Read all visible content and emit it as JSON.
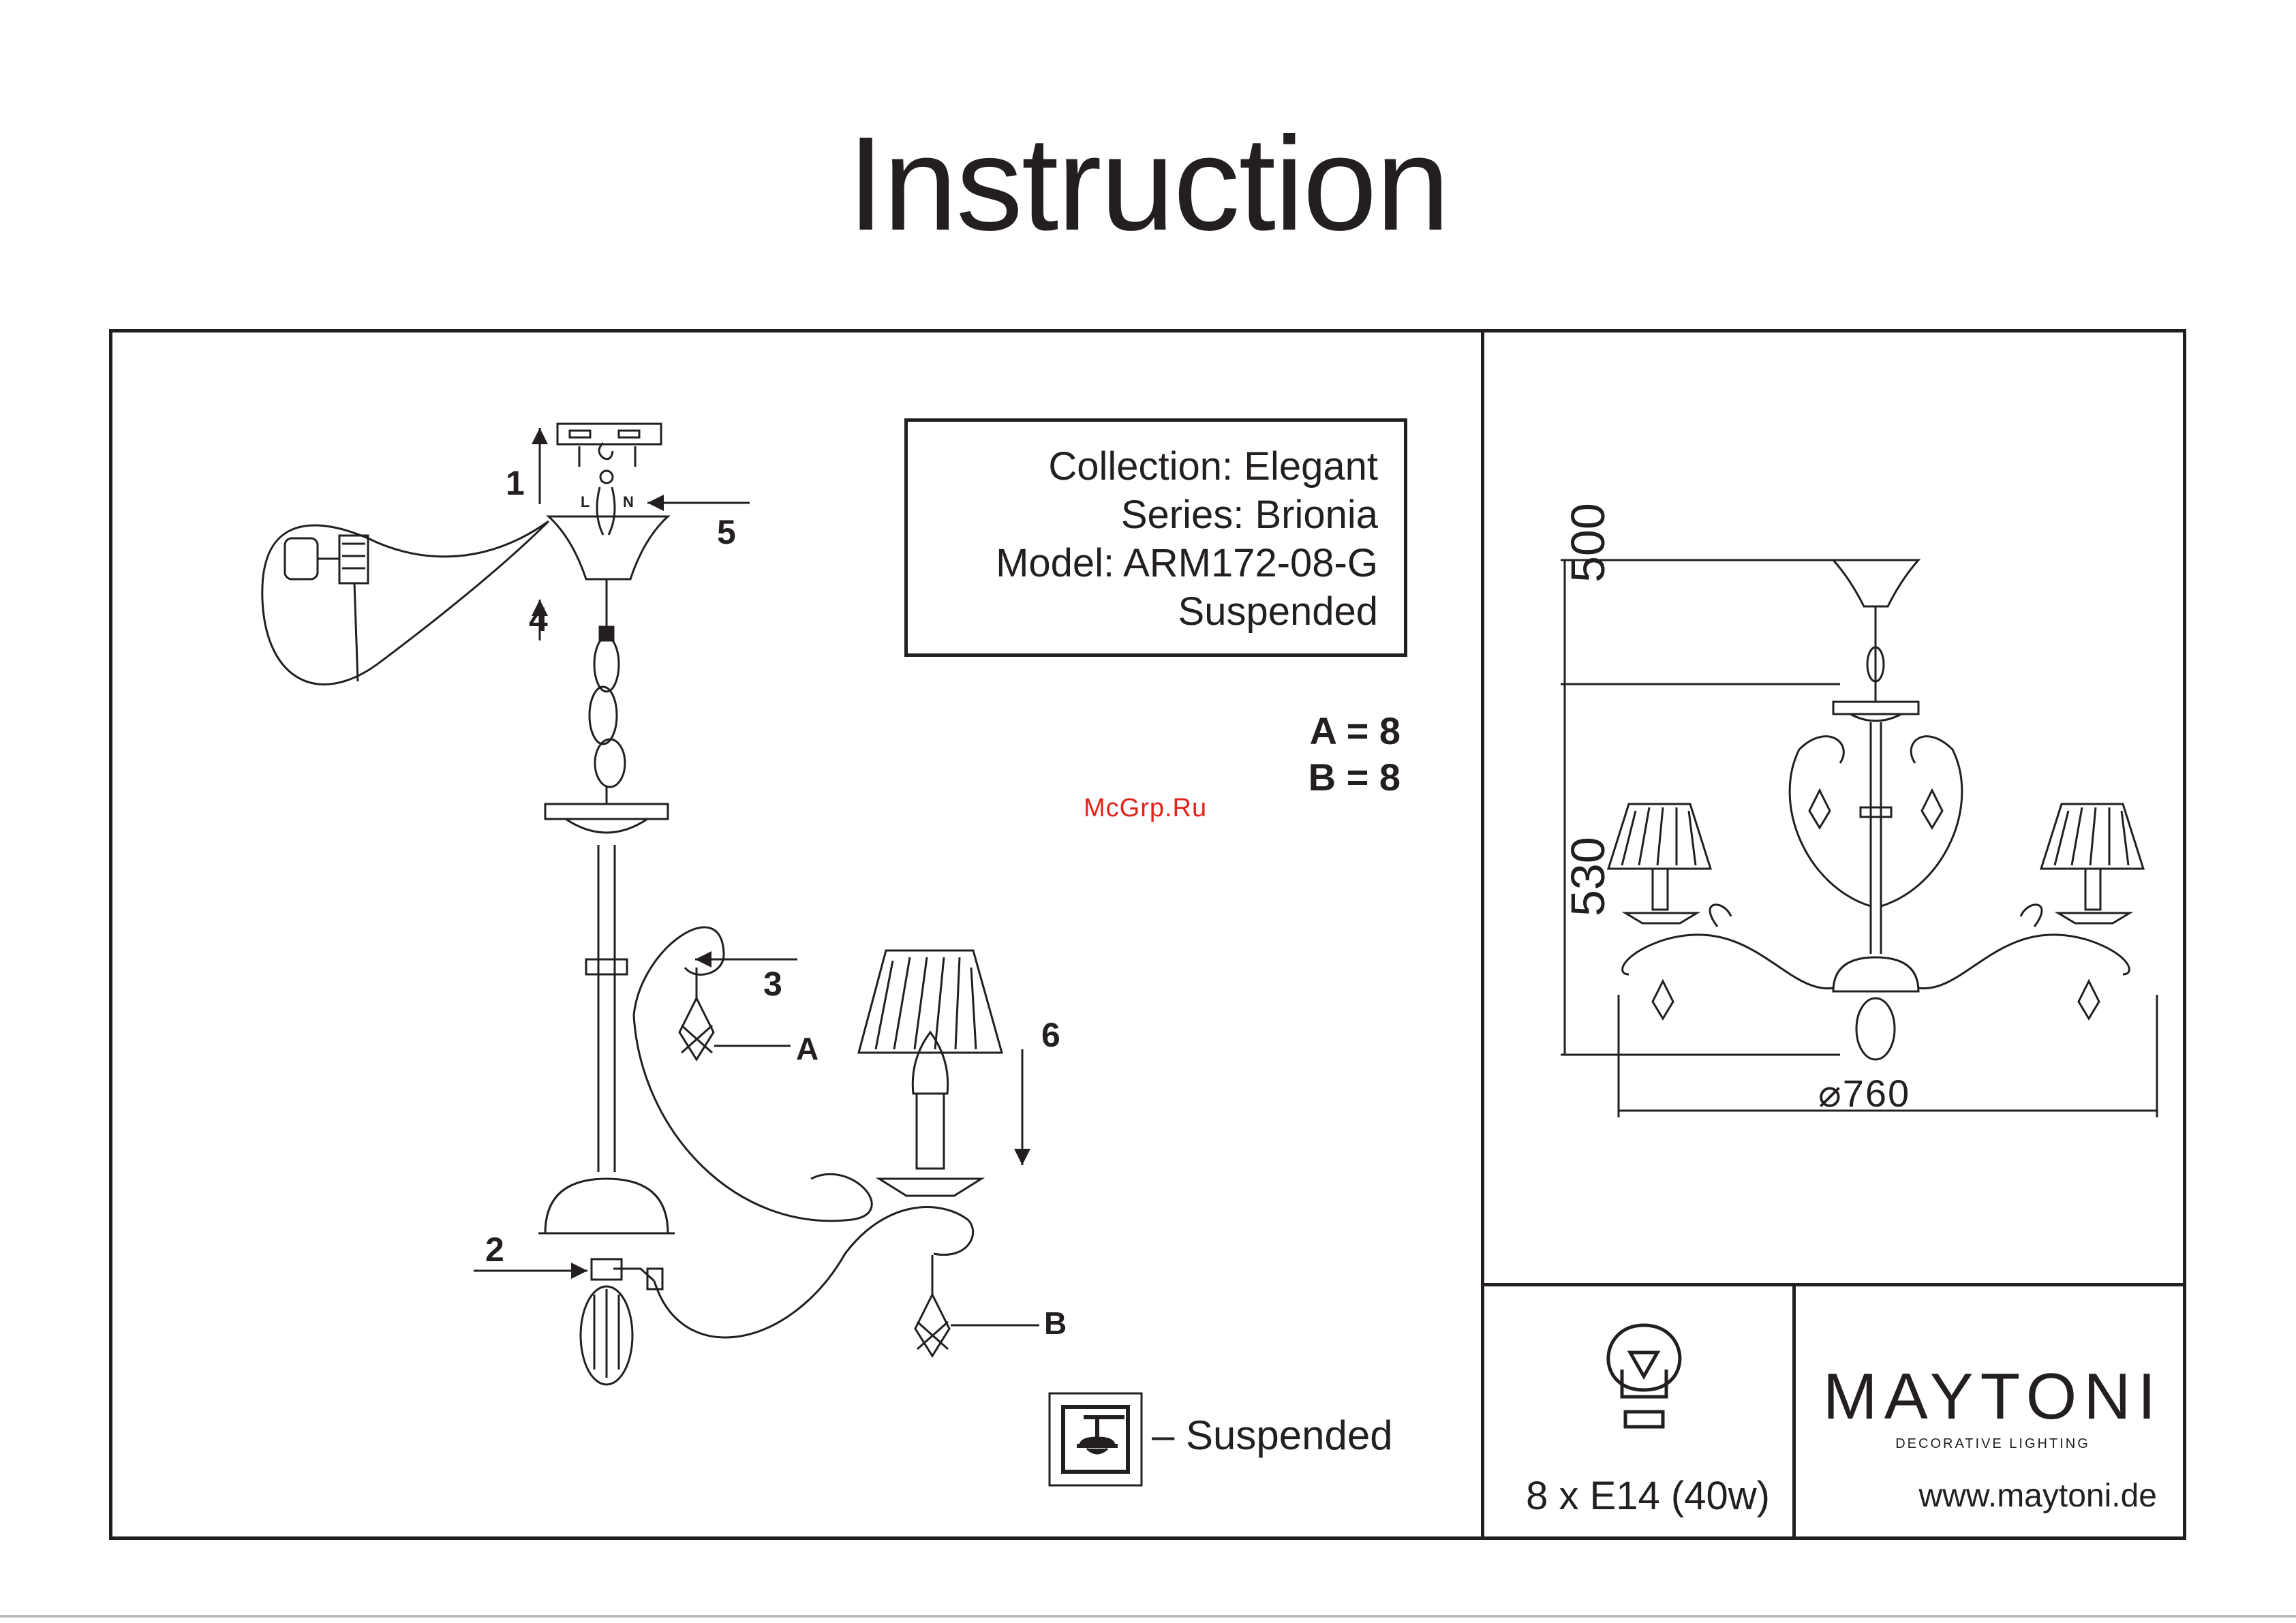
{
  "page": {
    "title": "Instruction"
  },
  "info": {
    "collection": "Collection: Elegant",
    "series": "Series: Brionia",
    "model": "Model: ARM172-08-G",
    "type": "Suspended"
  },
  "quantities": {
    "a": "A = 8",
    "b": "B = 8"
  },
  "watermark": "McGrp.Ru",
  "steps": [
    "1",
    "2",
    "3",
    "4",
    "5",
    "6"
  ],
  "parts": {
    "a": "A",
    "b": "B",
    "wire_l": "L",
    "wire_n": "N"
  },
  "legend": {
    "suspended": "– Suspended"
  },
  "dimensions": {
    "height_top": "500",
    "height_body": "530",
    "diameter": "⌀760"
  },
  "bulb": {
    "spec": "8 x E14 (40w)",
    "icon": "light-bulb-icon"
  },
  "brand": {
    "name": "MAYTONI",
    "tagline": "DECORATIVE LIGHTING",
    "website": "www.maytoni.de"
  },
  "colors": {
    "ink": "#231f20",
    "watermark": "#e2231a"
  }
}
